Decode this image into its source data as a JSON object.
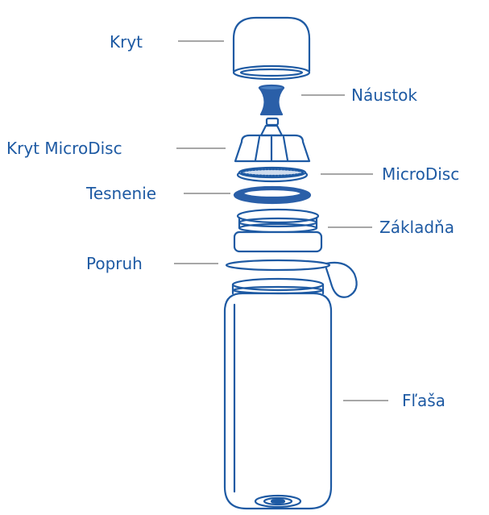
{
  "colors": {
    "outline": "#1e5aa3",
    "fill_dark": "#2a5fa8",
    "leader": "#8a8a8a",
    "text": "#1e5aa3"
  },
  "labels": {
    "cap": "Kryt",
    "mouthpiece": "Náustok",
    "microdisc_cover": "Kryt MicroDisc",
    "microdisc": "MicroDisc",
    "seal": "Tesnenie",
    "base": "Základňa",
    "strap": "Popruh",
    "bottle": "Fľaša"
  }
}
